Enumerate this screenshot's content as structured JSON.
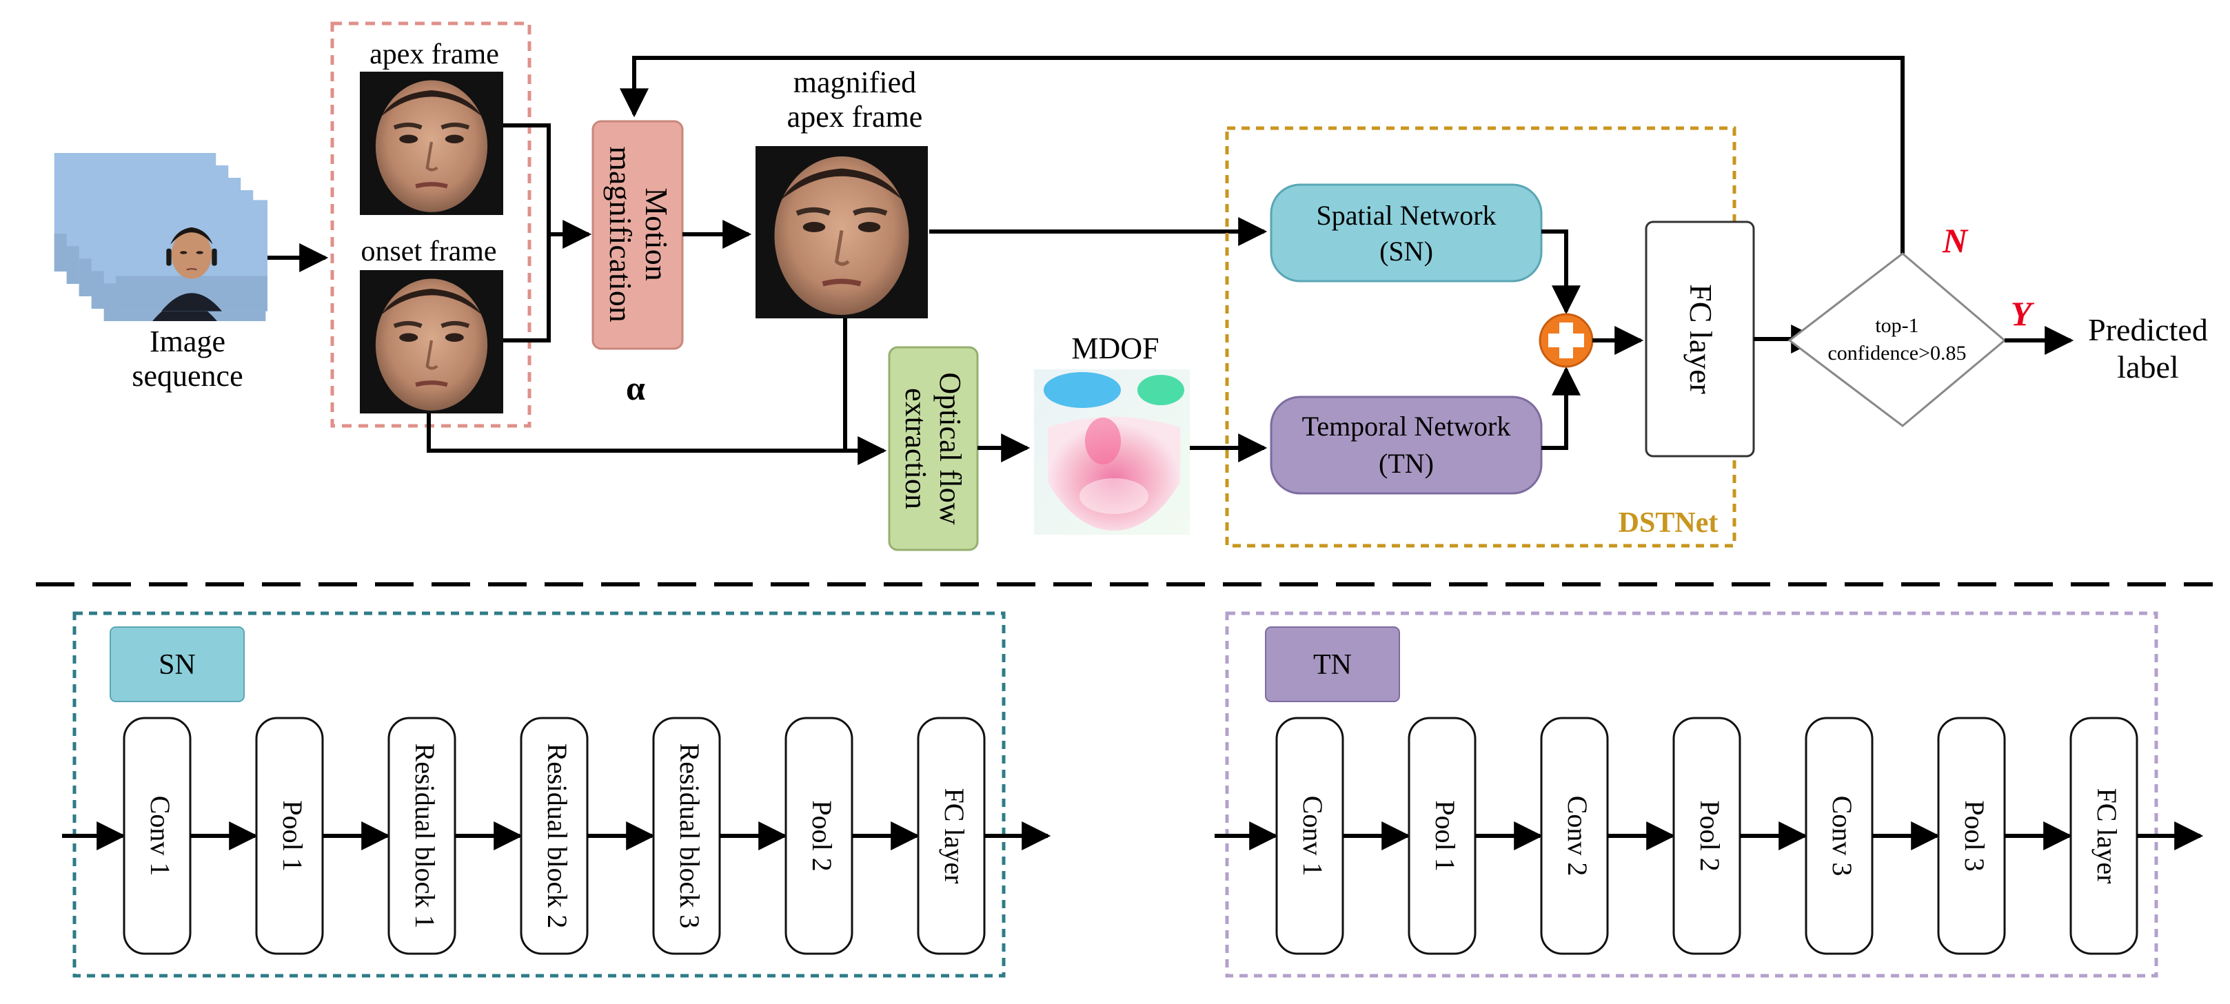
{
  "top": {
    "image_sequence_label": [
      "Image",
      "sequence"
    ],
    "apex_frame_label": "apex frame",
    "onset_frame_label": "onset frame",
    "motion_magnification_label": [
      "Motion",
      "magnification"
    ],
    "alpha_symbol": "α",
    "magnified_label": [
      "magnified",
      "apex frame"
    ],
    "optical_flow_label": [
      "Optical flow",
      "extraction"
    ],
    "mdof_label": "MDOF",
    "sn_box": [
      "Spatial Network",
      "(SN)"
    ],
    "tn_box": [
      "Temporal Network",
      "(TN)"
    ],
    "fc_layer_label": "FC layer",
    "dstnet_label": "DSTNet",
    "decision_text": [
      "top-1",
      "confidence>0.85"
    ],
    "no_label": "N",
    "yes_label": "Y",
    "predicted_label": [
      "Predicted",
      "label"
    ]
  },
  "bottom": {
    "sn": {
      "tag": "SN",
      "layers": [
        "Conv 1",
        "Pool 1",
        "Residual block 1",
        "Residual block 2",
        "Residual block 3",
        "Pool 2",
        "FC layer"
      ]
    },
    "tn": {
      "tag": "TN",
      "layers": [
        "Conv 1",
        "Pool 1",
        "Conv 2",
        "Pool 2",
        "Conv 3",
        "Pool 3",
        "FC layer"
      ]
    }
  },
  "colors": {
    "sn_fill": "#8ccfdb",
    "tn_fill": "#a897c2",
    "motion_fill": "#e8aaa0",
    "optical_fill": "#c5dca0",
    "dstnet_border": "#c8961e",
    "dstnet_text": "#c8961e",
    "input_border": "#e0908a",
    "sn_panel_border": "#2e7c88",
    "tn_panel_border": "#b3a0cc",
    "yn_color": "#e8001c",
    "fusion_fill": "#f07a1e"
  }
}
